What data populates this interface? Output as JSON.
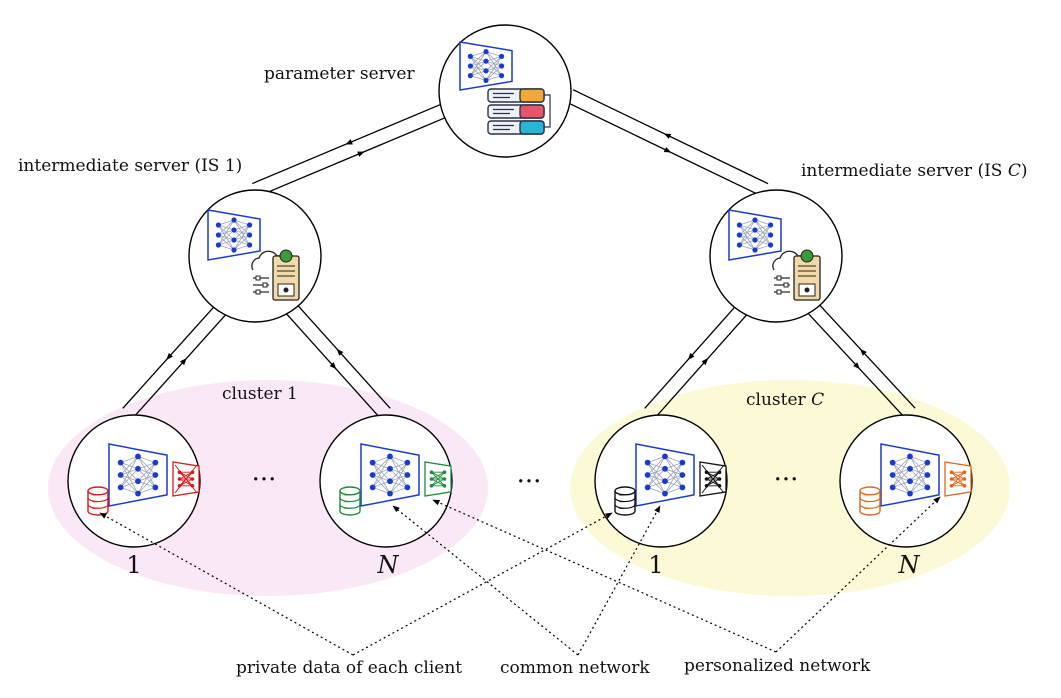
{
  "labels": {
    "parameter_server": "parameter server",
    "is_left": "intermediate server (IS 1)",
    "is_right_prefix": "intermediate server (IS ",
    "is_right_var": "C",
    "is_right_suffix": ")",
    "cluster_left": "cluster 1",
    "cluster_right_prefix": "cluster ",
    "cluster_right_var": "C",
    "client_first": "1",
    "client_last": "N",
    "ellipsis": "···",
    "legend_private_data": "private data of each client",
    "legend_common_network": "common network",
    "legend_personalized_network": "personalized network"
  },
  "colors": {
    "cluster_left_fill": "#fbe8f7",
    "cluster_right_fill": "#fbf9d6",
    "network_blue": "#1a3ccc",
    "client1_accent": "#d81b1b",
    "clientN_accent": "#1f8a3b",
    "clusterC_client1_accent": "#111111",
    "clusterC_clientN_accent": "#e0661a"
  },
  "icons": {
    "parameter_server": "server-rack-icon",
    "intermediate_server": "cloud-server-icon",
    "client_data": "database-icon",
    "common_network": "neural-network-icon",
    "personalized_network": "personalized-head-icon"
  }
}
